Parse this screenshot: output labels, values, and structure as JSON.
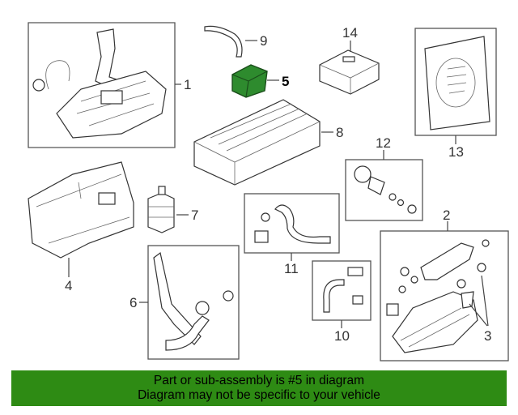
{
  "diagram": {
    "callouts": [
      "1",
      "2",
      "3",
      "4",
      "5",
      "6",
      "7",
      "8",
      "9",
      "10",
      "11",
      "12",
      "13",
      "14"
    ],
    "highlighted_part": "5",
    "highlight_color": "#2e8b2e"
  },
  "banner": {
    "line1": "Part or sub-assembly is #5 in diagram",
    "line2": "Diagram may not be specific to your vehicle",
    "background": "#2e8b14"
  }
}
